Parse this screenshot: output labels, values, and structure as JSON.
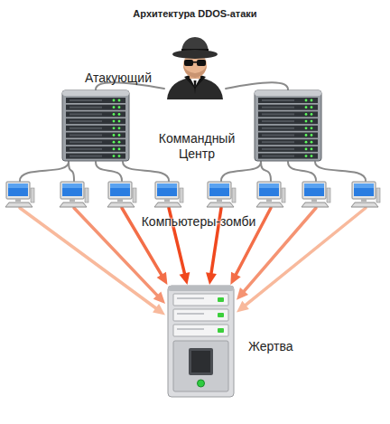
{
  "diagram": {
    "title": "Архитектура DDOS-атаки",
    "nodes": [
      {
        "text": [
          "Атакующий"
        ]
      },
      {
        "text": []
      },
      {
        "text": []
      },
      {
        "text": []
      },
      {
        "text": []
      },
      {
        "text": []
      },
      {
        "text": []
      },
      {
        "text": []
      },
      {
        "text": []
      },
      {
        "text": []
      },
      {
        "text": []
      },
      {
        "text": [
          "Жертва"
        ]
      }
    ],
    "edges": [
      {
        "from": 0,
        "to": 1,
        "arrow": "none"
      },
      {
        "from": 0,
        "to": 2,
        "arrow": "none"
      },
      {
        "from": 1,
        "to": 3,
        "arrow": "none"
      },
      {
        "from": 1,
        "to": 4,
        "arrow": "none"
      },
      {
        "from": 1,
        "to": 5,
        "arrow": "none"
      },
      {
        "from": 1,
        "to": 6,
        "arrow": "none"
      },
      {
        "from": 2,
        "to": 7,
        "arrow": "none"
      },
      {
        "from": 2,
        "to": 8,
        "arrow": "none"
      },
      {
        "from": 2,
        "to": 9,
        "arrow": "none"
      },
      {
        "from": 2,
        "to": 10,
        "arrow": "none"
      },
      {
        "from": 3,
        "to": 11,
        "arrow": "to"
      },
      {
        "from": 4,
        "to": 11,
        "arrow": "to"
      },
      {
        "from": 5,
        "to": 11,
        "arrow": "to"
      },
      {
        "from": 6,
        "to": 11,
        "arrow": "to"
      },
      {
        "from": 7,
        "to": 11,
        "arrow": "to"
      },
      {
        "from": 8,
        "to": 11,
        "arrow": "to"
      },
      {
        "from": 9,
        "to": 11,
        "arrow": "to"
      },
      {
        "from": 10,
        "to": 11,
        "arrow": "to"
      }
    ],
    "labels": [
      "Коммандный Центр",
      "Компьютеры-зомби"
    ]
  }
}
